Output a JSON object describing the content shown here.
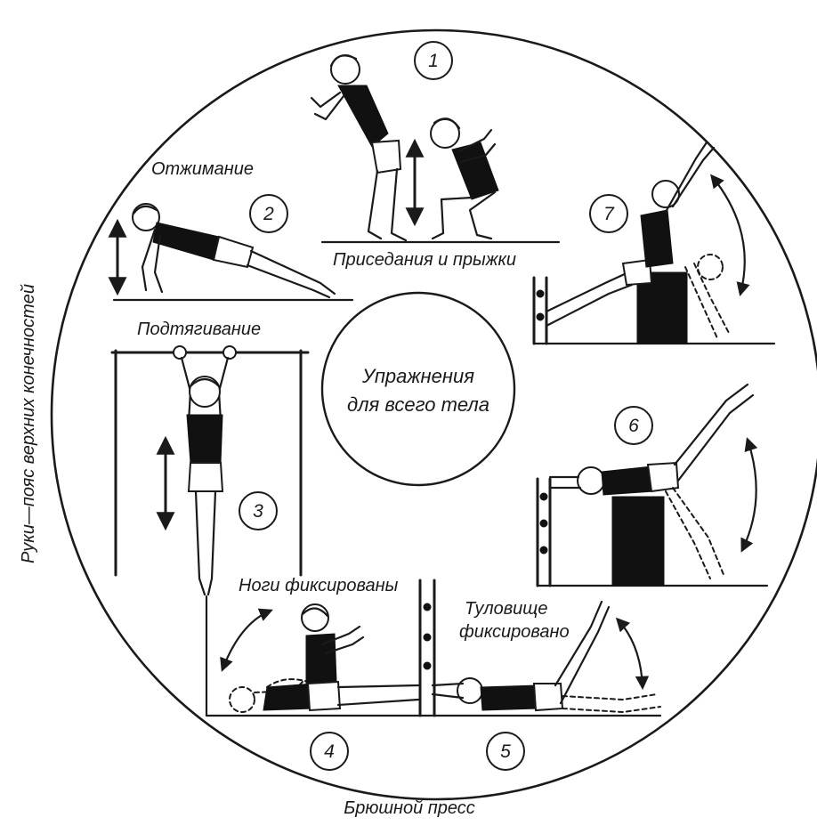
{
  "diagram": {
    "center_text": [
      "Упражнения",
      "для всего тела"
    ],
    "side_label": "Руки—пояс верхних конечностей",
    "bottom_label": "Брюшной пресс",
    "labels": {
      "pushups": "Отжимание",
      "squats": "Приседания и прыжки",
      "pullups": "Подтягивание",
      "legs_fixed": "Ноги фиксированы",
      "torso_fixed_1": "Туловище",
      "torso_fixed_2": "фиксировано"
    },
    "exercise_numbers": [
      "1",
      "2",
      "3",
      "4",
      "5",
      "6",
      "7"
    ],
    "icons": [
      "double-arrow-icon",
      "wall-bars-icon",
      "box-icon"
    ]
  }
}
